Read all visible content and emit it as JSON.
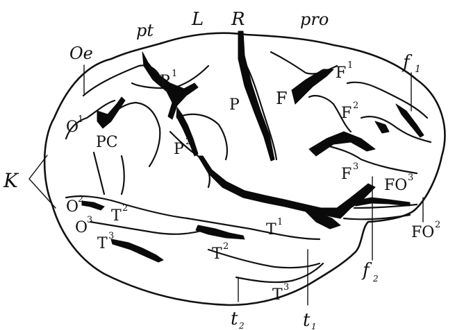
{
  "figure": {
    "labels": {
      "L": "L",
      "R": "R",
      "pt": "pt",
      "pro": "pro",
      "Oe": "Oe",
      "f1": "f",
      "f1_sub": "1",
      "K": "K",
      "P1": "P",
      "P1_sup": "1",
      "P": "P",
      "F": "F",
      "F1": "F",
      "F1_sup": "1",
      "F2": "F",
      "F2_sup": "2",
      "F3": "F",
      "F3_sup": "3",
      "O1": "O",
      "O1_sup": "1",
      "PC": "PC",
      "P2": "P",
      "P2_sup": "2",
      "O2": "O",
      "O2_sup": "2",
      "O3": "O",
      "O3_sup": "3",
      "T2_left": "T",
      "T2_left_sup": "2",
      "T3_left": "T",
      "T3_left_sup": "3",
      "T1": "T",
      "T1_sup": "1",
      "T2": "T",
      "T2_sup": "2",
      "T3": "T",
      "T3_sup": "3",
      "FO3": "FO",
      "FO3_sup": "3",
      "FO2": "FO",
      "FO2_sup": "2",
      "f2": "f",
      "f2_sub": "2",
      "t1": "t",
      "t1_sub": "1",
      "t2": "t",
      "t2_sub": "2"
    }
  }
}
